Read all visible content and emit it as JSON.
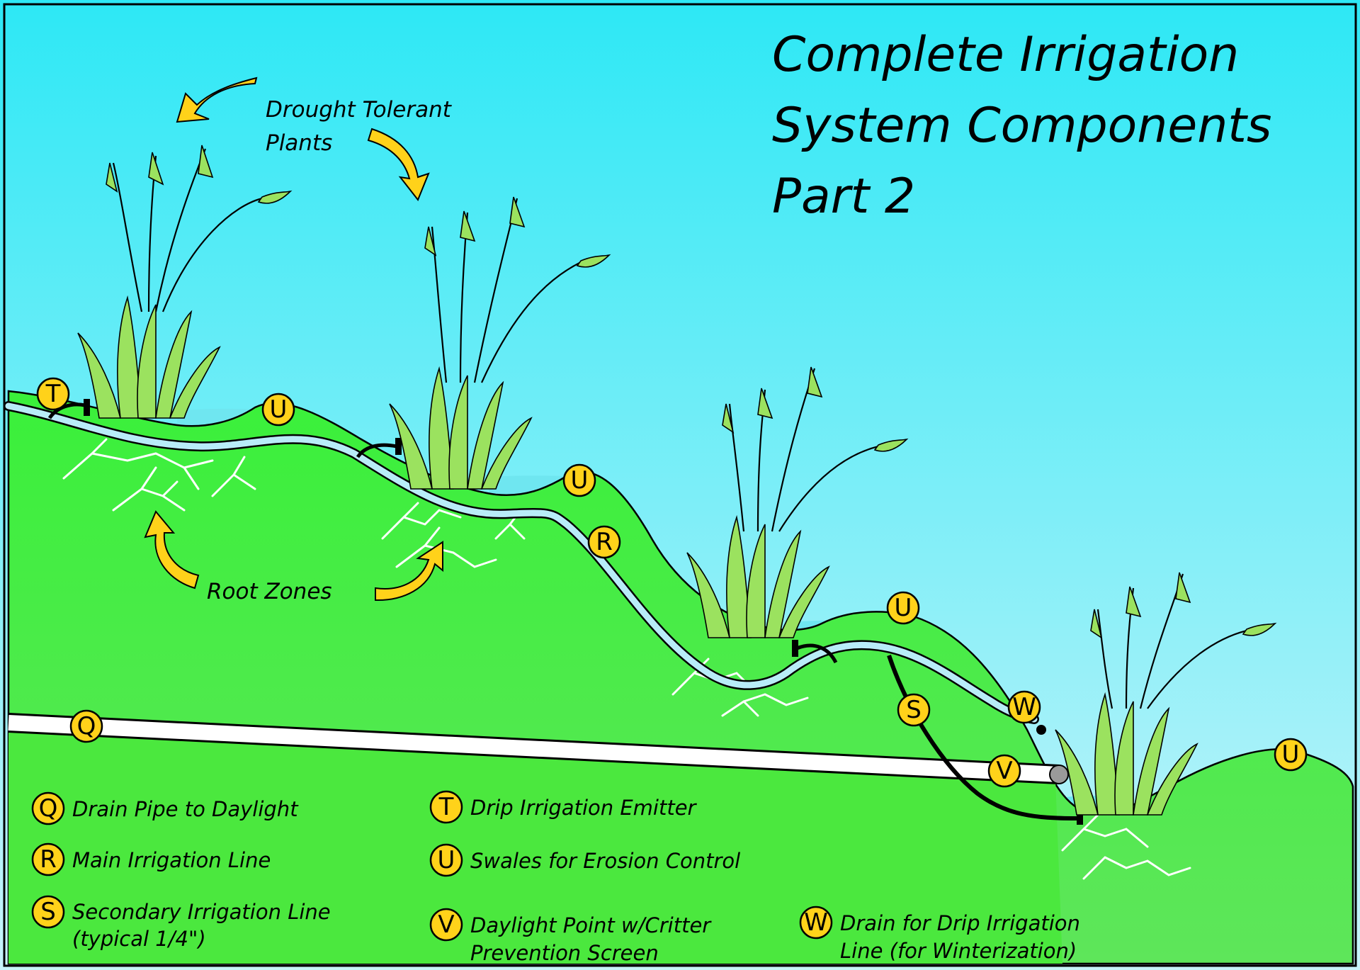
{
  "title": {
    "line1": "Complete Irrigation",
    "line2": "System Components",
    "line3": "Part 2"
  },
  "captions": {
    "plants_line1": "Drought Tolerant",
    "plants_line2": "Plants",
    "roots": "Root Zones"
  },
  "diagram_badges": [
    {
      "letter": "T"
    },
    {
      "letter": "U"
    },
    {
      "letter": "U"
    },
    {
      "letter": "R"
    },
    {
      "letter": "U"
    },
    {
      "letter": "S"
    },
    {
      "letter": "W"
    },
    {
      "letter": "V"
    },
    {
      "letter": "U"
    },
    {
      "letter": "Q"
    }
  ],
  "legend": [
    {
      "letter": "Q",
      "line1": "Drain Pipe to Daylight",
      "line2": ""
    },
    {
      "letter": "R",
      "line1": "Main Irrigation Line",
      "line2": ""
    },
    {
      "letter": "S",
      "line1": "Secondary Irrigation Line",
      "line2": "(typical 1/4\")"
    },
    {
      "letter": "T",
      "line1": "Drip Irrigation Emitter",
      "line2": ""
    },
    {
      "letter": "U",
      "line1": "Swales for Erosion Control",
      "line2": ""
    },
    {
      "letter": "V",
      "line1": "Daylight Point w/Critter",
      "line2": "Prevention Screen"
    },
    {
      "letter": "W",
      "line1": "Drain for Drip Irrigation",
      "line2": "Line (for Winterization)"
    }
  ],
  "colors": {
    "sky_top": "#2de8f5",
    "sky_bottom": "#c8f4fa",
    "ground": "#2cf02c",
    "ground_dark": "#4be83e",
    "badge": "#ffd21a",
    "pipe": "#b8ecf8",
    "plant": "#9be25f"
  }
}
